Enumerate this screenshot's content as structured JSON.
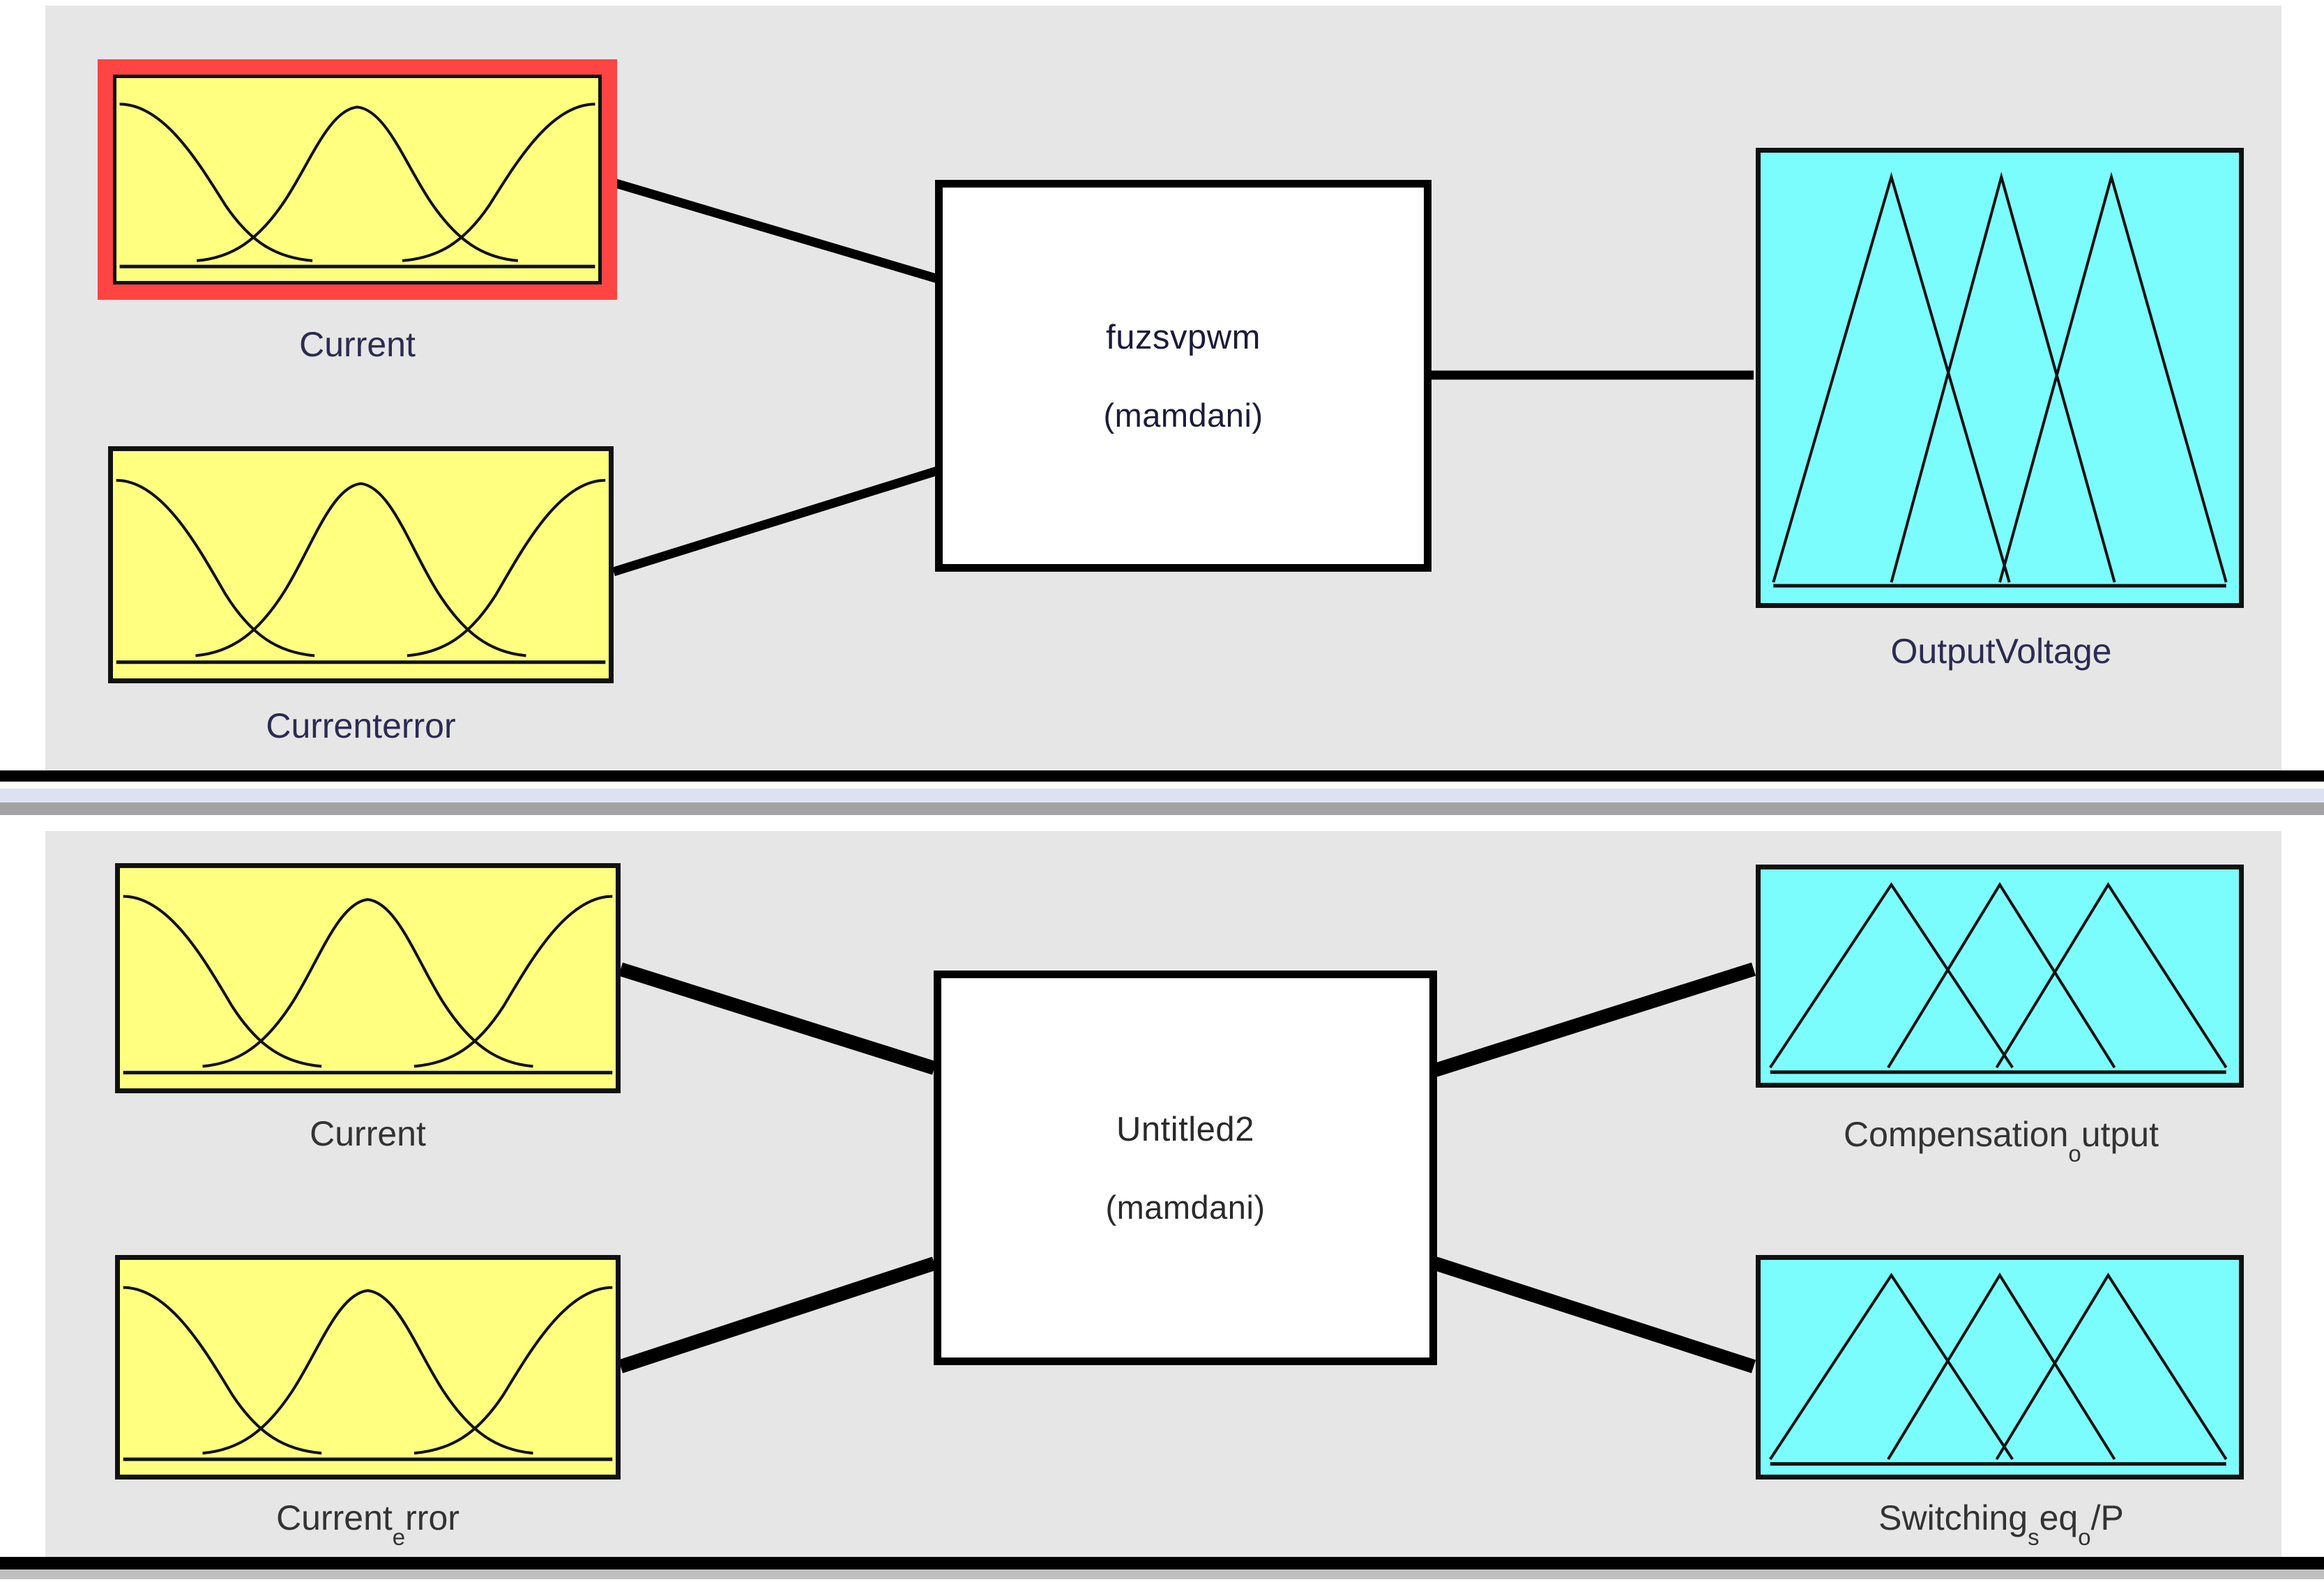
{
  "app": {
    "title": "FIS Editor Diagram",
    "background": "#ffffff",
    "panel_background": "#e6e6e6",
    "input_color": "#ffff80",
    "output_color": "#7cfdfd",
    "selection_color": "#ff4444",
    "line_color": "#000000"
  },
  "panels": [
    {
      "id": "top",
      "fis": {
        "name": "fuzsvpwm",
        "type": "(mamdani)"
      },
      "inputs": [
        {
          "label": "Current",
          "selected": true,
          "mf_count": 3,
          "mf_shape": "gaussian"
        },
        {
          "label": "Currenterror",
          "selected": false,
          "mf_count": 3,
          "mf_shape": "gaussian"
        }
      ],
      "outputs": [
        {
          "label_parts": [
            {
              "text": "OutputVoltage",
              "sub": false
            }
          ],
          "mf_count": 3,
          "mf_shape": "triangular"
        }
      ]
    },
    {
      "id": "bottom",
      "fis": {
        "name": "Untitled2",
        "type": "(mamdani)"
      },
      "inputs": [
        {
          "label_parts": [
            {
              "text": "Current",
              "sub": false
            }
          ],
          "selected": false,
          "mf_count": 3,
          "mf_shape": "gaussian"
        },
        {
          "label_parts": [
            {
              "text": "Current",
              "sub": false
            },
            {
              "text": "e",
              "sub": true
            },
            {
              "text": "rror",
              "sub": false
            }
          ],
          "selected": false,
          "mf_count": 3,
          "mf_shape": "gaussian"
        }
      ],
      "outputs": [
        {
          "label_parts": [
            {
              "text": "Compensation",
              "sub": false
            },
            {
              "text": "o",
              "sub": true
            },
            {
              "text": "utput",
              "sub": false
            }
          ],
          "mf_count": 3,
          "mf_shape": "triangular"
        },
        {
          "label_parts": [
            {
              "text": "Switching",
              "sub": false
            },
            {
              "text": "s",
              "sub": true
            },
            {
              "text": "eq",
              "sub": false
            },
            {
              "text": "o",
              "sub": true
            },
            {
              "text": "/P",
              "sub": false
            }
          ],
          "mf_count": 3,
          "mf_shape": "triangular"
        }
      ]
    }
  ],
  "labels": {
    "top_input_1": "Current",
    "top_input_2": "Currenterror",
    "top_output_1": "OutputVoltage",
    "top_fis_name": "fuzsvpwm",
    "top_fis_type": "(mamdani)",
    "bottom_fis_name": "Untitled2",
    "bottom_fis_type": "(mamdani)",
    "bottom_input_1": "Current",
    "bottom_input_2_a": "Current",
    "bottom_input_2_sub": "e",
    "bottom_input_2_b": "rror",
    "bottom_output_1_a": "Compensation",
    "bottom_output_1_sub": "o",
    "bottom_output_1_b": "utput",
    "bottom_output_2_a": "Switching",
    "bottom_output_2_sub1": "s",
    "bottom_output_2_b": "eq",
    "bottom_output_2_sub2": "o",
    "bottom_output_2_c": "/P"
  }
}
